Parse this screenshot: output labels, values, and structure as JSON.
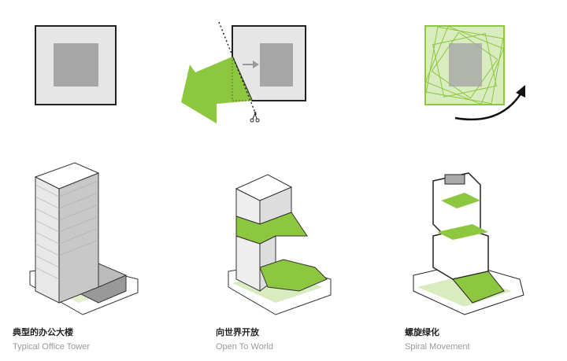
{
  "colors": {
    "green": "#8dc63f",
    "light_green": "#d9ecc0",
    "gray": "#a6a6a6",
    "light_gray": "#e6e6e6",
    "outline": "#222222"
  },
  "panels": [
    {
      "title_zh": "典型的办公大楼",
      "title_en": "Typical Office Tower"
    },
    {
      "title_zh": "向世界开放",
      "title_en": "Open To World",
      "icon": "scissors-icon"
    },
    {
      "title_zh": "螺旋绿化",
      "title_en": "Spiral Movement",
      "icon": "rotate-arrow-icon"
    }
  ]
}
